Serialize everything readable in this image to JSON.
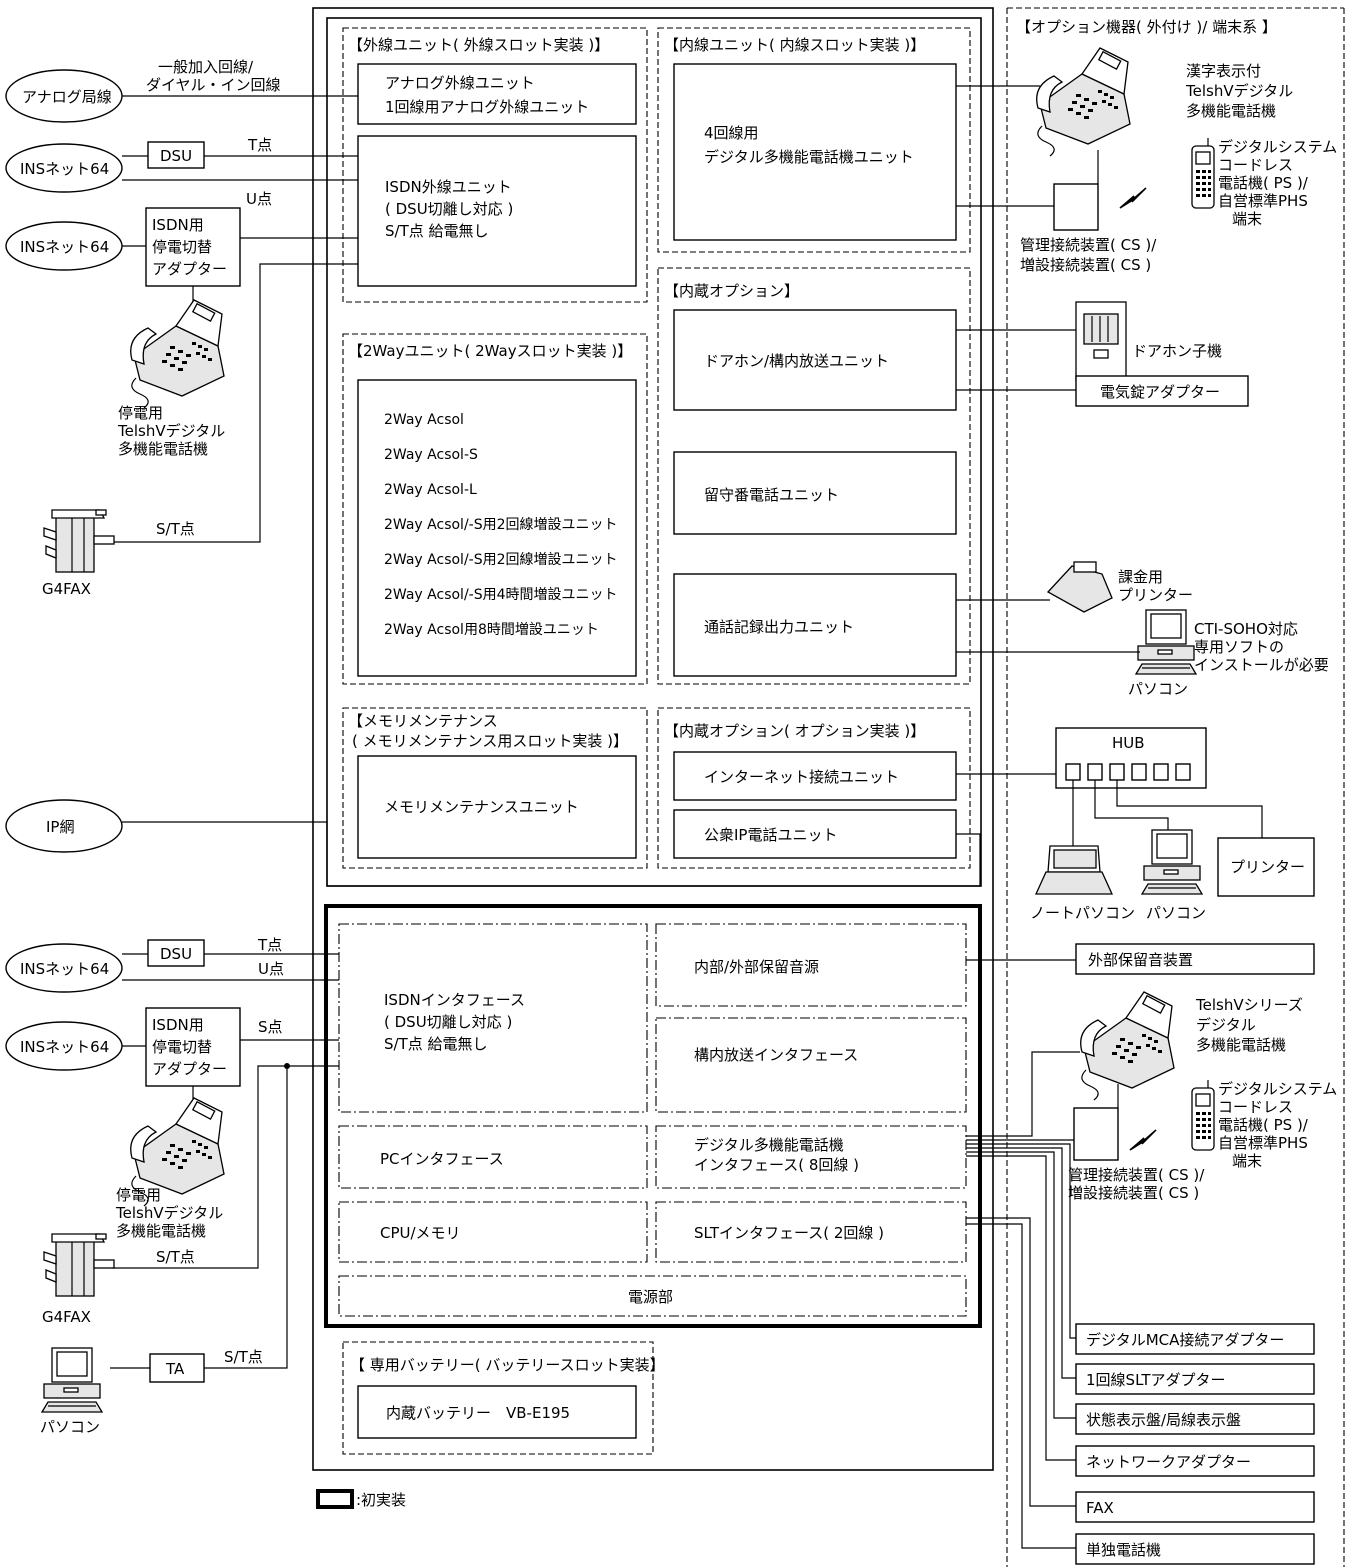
{
  "external": {
    "analog_office": "アナログ局線",
    "analog_line_label1": "一般加入回線/",
    "analog_line_label2": "ダイヤル・イン回線",
    "ins_top1": "INSネット64",
    "ins_top2": "INSネット64",
    "dsu_top": "DSU",
    "t_point_top": "T点",
    "u_point_top": "U点",
    "isdn_adapter_top": [
      "ISDN用",
      "停電切替",
      "アダプター"
    ],
    "phone_blackout_top": [
      "停電用",
      "TelshVデジタル",
      "多機能電話機"
    ],
    "st_point_fax_top": "S/T点",
    "g4fax_top": "G4FAX",
    "ip_net": "IP網",
    "ins_bot1": "INSネット64",
    "ins_bot2": "INSネット64",
    "dsu_bot": "DSU",
    "t_point_bot": "T点",
    "u_point_bot": "U点",
    "s_point_bot": "S点",
    "isdn_adapter_bot": [
      "ISDN用",
      "停電切替",
      "アダプター"
    ],
    "phone_blackout_bot": [
      "停電用",
      "TelshVデジタル",
      "多機能電話機"
    ],
    "st_point_fax_bot": "S/T点",
    "g4fax_bot": "G4FAX",
    "ta": "TA",
    "st_point_ta": "S/T点",
    "pc_bottom": "パソコン"
  },
  "outer_unit": {
    "title": "【外線ユニット( 外線スロット実装 )】",
    "analog_box": [
      "アナログ外線ユニット",
      "1回線用アナログ外線ユニット"
    ],
    "isdn_box": [
      "ISDN外線ユニット",
      "( DSU切離し対応 )",
      "S/T点 給電無し"
    ]
  },
  "inner_unit": {
    "title": "【内線ユニット( 内線スロット実装 )】",
    "box": [
      "4回線用",
      "デジタル多機能電話機ユニット"
    ]
  },
  "twoway": {
    "title": "【2Wayユニット( 2Wayスロット実装 )】",
    "items": [
      "2Way Acsol",
      "2Way Acsol-S",
      "2Way Acsol-L",
      "2Way Acsol/-S用2回線増設ユニット",
      "2Way Acsol/-S用2回線増設ユニット",
      "2Way Acsol/-S用4時間増設ユニット",
      "2Way Acsol用8時間増設ユニット"
    ]
  },
  "builtin_option": {
    "title": "【内蔵オプション】",
    "door": "ドアホン/構内放送ユニット",
    "answering": "留守番電話ユニット",
    "call_log": "通話記録出力ユニット"
  },
  "memory": {
    "title1": "【メモリメンテナンス",
    "title2": "( メモリメンテナンス用スロット実装 )】",
    "box": "メモリメンテナンスユニット"
  },
  "builtin_option2": {
    "title": "【内蔵オプション( オプション実装 )】",
    "internet": "インターネット接続ユニット",
    "public_ip": "公衆IP電話ユニット"
  },
  "core": {
    "isdn_if": [
      "ISDNインタフェース",
      "( DSU切離し対応 )",
      "S/T点 給電無し"
    ],
    "hold_source": "内部/外部保留音源",
    "paging_if": "構内放送インタフェース",
    "pc_if": "PCインタフェース",
    "digital_if": [
      "デジタル多機能電話機",
      "インタフェース( 8回線 )"
    ],
    "cpu": "CPU/メモリ",
    "slt_if": "SLTインタフェース( 2回線 )",
    "power": "電源部"
  },
  "battery": {
    "title": "【 専用バッテリー( バッテリースロット実装】",
    "box": "内蔵バッテリー　VB-E195"
  },
  "legend": ":初実装",
  "options": {
    "title": "【オプション機器( 外付け )/ 端末系 】",
    "kanji_phone": [
      "漢字表示付",
      "TelshVデジタル",
      "多機能電話機"
    ],
    "ps_top": [
      "デジタルシステム",
      "コードレス",
      "電話機( PS )/",
      "自営標準PHS",
      "端末"
    ],
    "cs_top": [
      "管理接続装置( CS )/",
      "増設接続装置( CS )"
    ],
    "door_phone": "ドアホン子機",
    "electric_lock": "電気錠アダプター",
    "billing_printer": [
      "課金用",
      "プリンター"
    ],
    "cti_note": [
      "CTI-SOHO対応",
      "専用ソフトの",
      "インストールが必要"
    ],
    "pc_cti": "パソコン",
    "hub": "HUB",
    "notebook": "ノートパソコン",
    "pc_hub": "パソコン",
    "printer": "プリンター",
    "ext_hold": "外部保留音装置",
    "telsh_series": [
      "TelshVシリーズ",
      "デジタル",
      "多機能電話機"
    ],
    "ps_bot": [
      "デジタルシステム",
      "コードレス",
      "電話機( PS )/",
      "自営標準PHS",
      "端末"
    ],
    "cs_bot": [
      "管理接続装置( CS )/",
      "増設接続装置( CS )"
    ],
    "mca": "デジタルMCA接続アダプター",
    "slt1": "1回線SLTアダプター",
    "status_panel": "状態表示盤/局線表示盤",
    "network_adapter": "ネットワークアダプター",
    "fax": "FAX",
    "single_phone": "単独電話機"
  }
}
